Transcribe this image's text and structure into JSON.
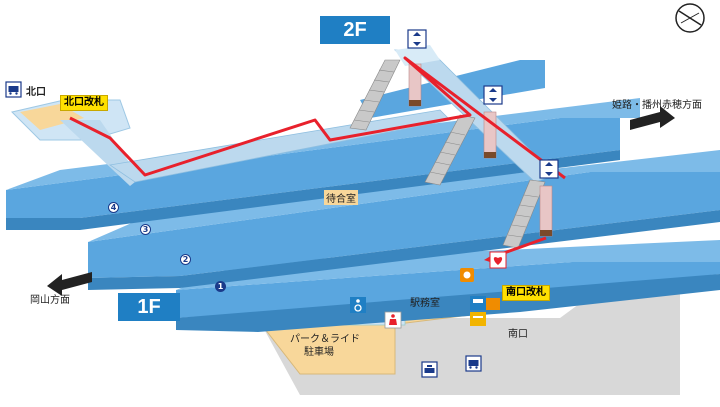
{
  "floors": {
    "upper": "2F",
    "lower": "1F"
  },
  "labels": {
    "north_exit": "北口",
    "north_gate": "北口改札",
    "south_gate": "南口改札",
    "south_exit": "南口",
    "waiting_room": "待合室",
    "station_office": "駅務室",
    "park_ride_line1": "パーク＆ライド",
    "park_ride_line2": "駐車場",
    "dir_himeji": "姫路・播州赤穂方面",
    "dir_okayama": "岡山方面"
  },
  "platforms": [
    "1",
    "2",
    "3",
    "4"
  ],
  "colors": {
    "platform": "#5aa6df",
    "platform_dark": "#3a86bf",
    "concourse": "#cfe5f5",
    "route": "#e8212c",
    "floor_tag": "#1f7fc4",
    "building": "#f8d79a",
    "gate_tag": "#ffe000"
  },
  "icons": {
    "north_bus": "bus-icon",
    "south_taxi": "taxi-icon",
    "south_bus": "bus-icon",
    "elevators": "elevator-icon",
    "accessible_toilet": "wheelchair-icon",
    "toilet": "toilet-icon",
    "compass": "compass-icon",
    "ticket_machine": "ticket-machine-icon",
    "ex_ticket": "ex-icon"
  }
}
